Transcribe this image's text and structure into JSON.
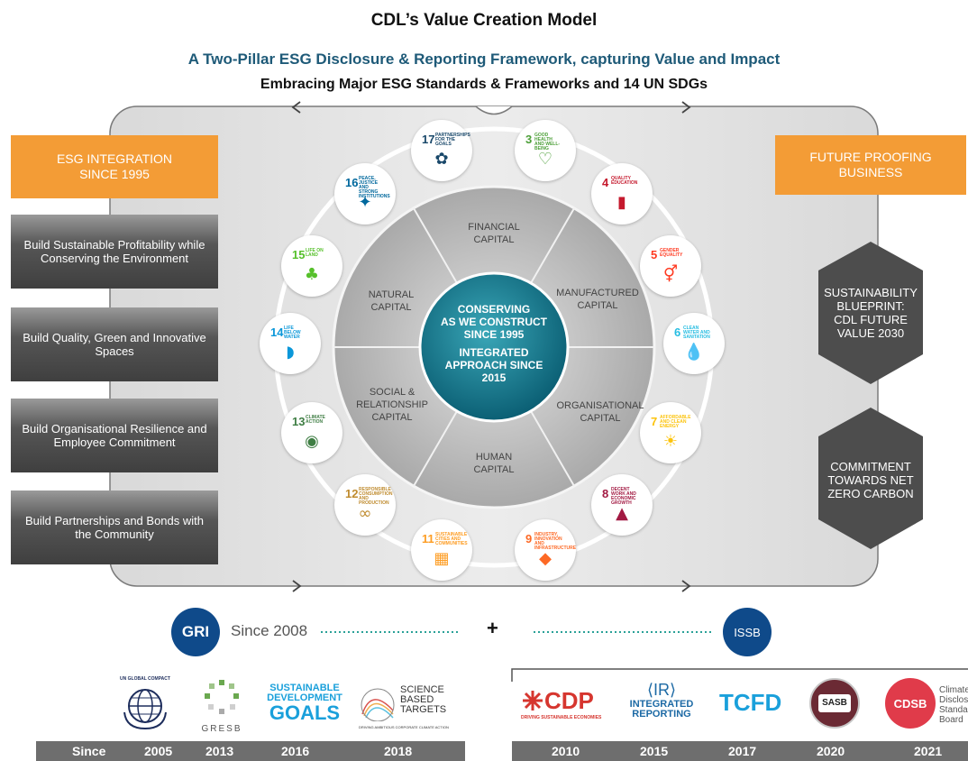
{
  "header": {
    "title": "CDL’s Value Creation Model",
    "subtitle": "A Two-Pillar ESG Disclosure & Reporting Framework, capturing Value and Impact",
    "subtitle2": "Embracing Major ESG Standards & Frameworks and 14 UN SDGs"
  },
  "left": {
    "heading_line1": "ESG INTEGRATION",
    "heading_line2": "SINCE 1995",
    "items": [
      "Build Sustainable Profitability while Conserving the Environment",
      "Build Quality, Green and Innovative Spaces",
      "Build Organisational Resilience and Employee Commitment",
      "Build Partnerships and Bonds with the Community"
    ]
  },
  "right": {
    "heading_line1": "FUTURE PROOFING",
    "heading_line2": "BUSINESS",
    "hex1": [
      "SUSTAINABILITY",
      "BLUEPRINT:",
      "CDL FUTURE",
      "VALUE 2030"
    ],
    "hex2": [
      "COMMITMENT",
      "TOWARDS NET",
      "ZERO CARBON"
    ]
  },
  "wheel": {
    "center": [
      "CONSERVING",
      "AS WE CONSTRUCT",
      "SINCE 1995",
      "INTEGRATED",
      "APPROACH SINCE",
      "2015"
    ],
    "capitals": {
      "financial": [
        "FINANCIAL",
        "CAPITAL"
      ],
      "manufactured": [
        "MANUFACTURED",
        "CAPITAL"
      ],
      "organisational": [
        "ORGANISATIONAL",
        "CAPITAL"
      ],
      "human": [
        "HUMAN",
        "CAPITAL"
      ],
      "social": [
        "SOCIAL &",
        "RELATIONSHIP",
        "CAPITAL"
      ],
      "natural": [
        "NATURAL",
        "CAPITAL"
      ]
    },
    "sdgs": [
      {
        "num": "17",
        "label": "PARTNERSHIPS FOR THE GOALS",
        "color": "#19486a",
        "icon": "flower-icon"
      },
      {
        "num": "3",
        "label": "GOOD HEALTH AND WELL-BEING",
        "color": "#4c9f38",
        "icon": "heartbeat-icon"
      },
      {
        "num": "4",
        "label": "QUALITY EDUCATION",
        "color": "#c5192d",
        "icon": "book-icon"
      },
      {
        "num": "5",
        "label": "GENDER EQUALITY",
        "color": "#ff3a21",
        "icon": "gender-icon"
      },
      {
        "num": "6",
        "label": "CLEAN WATER AND SANITATION",
        "color": "#26bde2",
        "icon": "water-drop-icon"
      },
      {
        "num": "7",
        "label": "AFFORDABLE AND CLEAN ENERGY",
        "color": "#fcc30b",
        "icon": "sun-icon"
      },
      {
        "num": "8",
        "label": "DECENT WORK AND ECONOMIC GROWTH",
        "color": "#a21942",
        "icon": "growth-chart-icon"
      },
      {
        "num": "9",
        "label": "INDUSTRY, INNOVATION AND INFRASTRUCTURE",
        "color": "#fd6925",
        "icon": "cubes-icon"
      },
      {
        "num": "11",
        "label": "SUSTAINABLE CITIES AND COMMUNITIES",
        "color": "#fd9d24",
        "icon": "buildings-icon"
      },
      {
        "num": "12",
        "label": "RESPONSIBLE CONSUMPTION AND PRODUCTION",
        "color": "#bf8b2e",
        "icon": "infinity-icon"
      },
      {
        "num": "13",
        "label": "CLIMATE ACTION",
        "color": "#3f7e44",
        "icon": "eye-globe-icon"
      },
      {
        "num": "14",
        "label": "LIFE BELOW WATER",
        "color": "#0a97d9",
        "icon": "fish-icon"
      },
      {
        "num": "15",
        "label": "LIFE ON LAND",
        "color": "#56c02b",
        "icon": "tree-icon"
      },
      {
        "num": "16",
        "label": "PEACE, JUSTICE AND STRONG INSTITUTIONS",
        "color": "#00689d",
        "icon": "dove-icon"
      }
    ]
  },
  "frameworks": {
    "gri": "GRI",
    "gri_since": "Since 2008",
    "plus": "+",
    "issb": "ISSB",
    "left_logos": {
      "ungc": "UN GLOBAL COMPACT",
      "gresb": "GRESB",
      "sdg_line1": "SUSTAINABLE",
      "sdg_line2": "DEVELOPMENT",
      "sdg_line3": "GOALS",
      "sbt_line1": "SCIENCE",
      "sbt_line2": "BASED",
      "sbt_line3": "TARGETS",
      "sbt_tagline": "DRIVING AMBITIOUS CORPORATE CLIMATE ACTION"
    },
    "right_logos": {
      "cdp": "CDP",
      "cdp_tagline": "DRIVING SUSTAINABLE ECONOMIES",
      "ir_mark": "⟨IR⟩",
      "ir_line1": "INTEGRATED",
      "ir_line2": "REPORTING",
      "tcfd": "TCFD",
      "sasb": "SASB",
      "cdsb": "CDSB",
      "cdsb_line1": "Climate",
      "cdsb_line2": "Disclos",
      "cdsb_line3": "Standa",
      "cdsb_line4": "Board"
    },
    "left_bar": [
      "Since",
      "2005",
      "2013",
      "2016",
      "2018"
    ],
    "right_bar": [
      "2010",
      "2015",
      "2017",
      "2020",
      "2021"
    ]
  }
}
